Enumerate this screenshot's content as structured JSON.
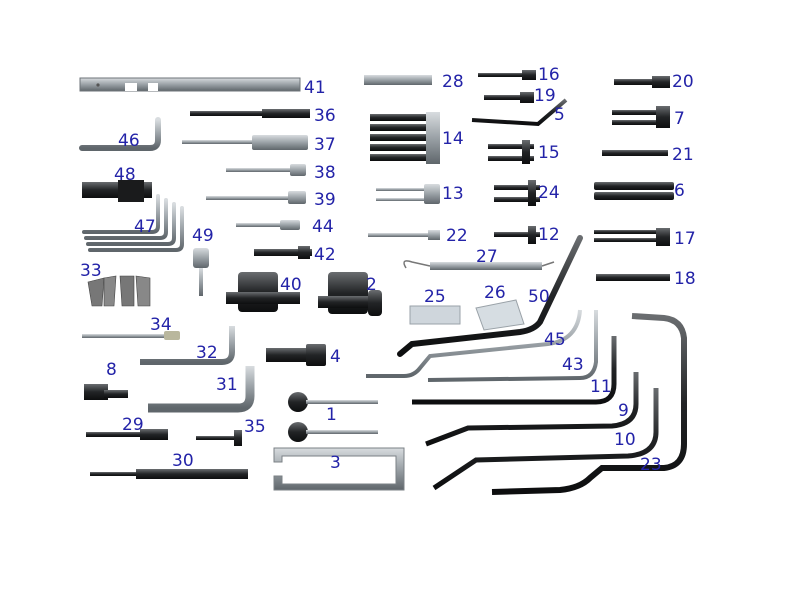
{
  "image": {
    "subject": "engine-timing-tool-set",
    "label_color": "#2323a8",
    "labels": [
      {
        "id": "41",
        "text": "41"
      },
      {
        "id": "36",
        "text": "36"
      },
      {
        "id": "37",
        "text": "37"
      },
      {
        "id": "46",
        "text": "46"
      },
      {
        "id": "38",
        "text": "38"
      },
      {
        "id": "48",
        "text": "48"
      },
      {
        "id": "39",
        "text": "39"
      },
      {
        "id": "47",
        "text": "47"
      },
      {
        "id": "44",
        "text": "44"
      },
      {
        "id": "49",
        "text": "49"
      },
      {
        "id": "42",
        "text": "42"
      },
      {
        "id": "33",
        "text": "33"
      },
      {
        "id": "40",
        "text": "40"
      },
      {
        "id": "2",
        "text": "2"
      },
      {
        "id": "34",
        "text": "34"
      },
      {
        "id": "32",
        "text": "32"
      },
      {
        "id": "4",
        "text": "4"
      },
      {
        "id": "8",
        "text": "8"
      },
      {
        "id": "31",
        "text": "31"
      },
      {
        "id": "1",
        "text": "1"
      },
      {
        "id": "29",
        "text": "29"
      },
      {
        "id": "35",
        "text": "35"
      },
      {
        "id": "3",
        "text": "3"
      },
      {
        "id": "30",
        "text": "30"
      },
      {
        "id": "28",
        "text": "28"
      },
      {
        "id": "14",
        "text": "14"
      },
      {
        "id": "13",
        "text": "13"
      },
      {
        "id": "22",
        "text": "22"
      },
      {
        "id": "27",
        "text": "27"
      },
      {
        "id": "25",
        "text": "25"
      },
      {
        "id": "26",
        "text": "26"
      },
      {
        "id": "50",
        "text": "50"
      },
      {
        "id": "45",
        "text": "45"
      },
      {
        "id": "43",
        "text": "43"
      },
      {
        "id": "11",
        "text": "11"
      },
      {
        "id": "9",
        "text": "9"
      },
      {
        "id": "10",
        "text": "10"
      },
      {
        "id": "23",
        "text": "23"
      },
      {
        "id": "16",
        "text": "16"
      },
      {
        "id": "19",
        "text": "19"
      },
      {
        "id": "5",
        "text": "5"
      },
      {
        "id": "15",
        "text": "15"
      },
      {
        "id": "24",
        "text": "24"
      },
      {
        "id": "12",
        "text": "12"
      },
      {
        "id": "20",
        "text": "20"
      },
      {
        "id": "7",
        "text": "7"
      },
      {
        "id": "21",
        "text": "21"
      },
      {
        "id": "6",
        "text": "6"
      },
      {
        "id": "17",
        "text": "17"
      },
      {
        "id": "18",
        "text": "18"
      }
    ]
  }
}
